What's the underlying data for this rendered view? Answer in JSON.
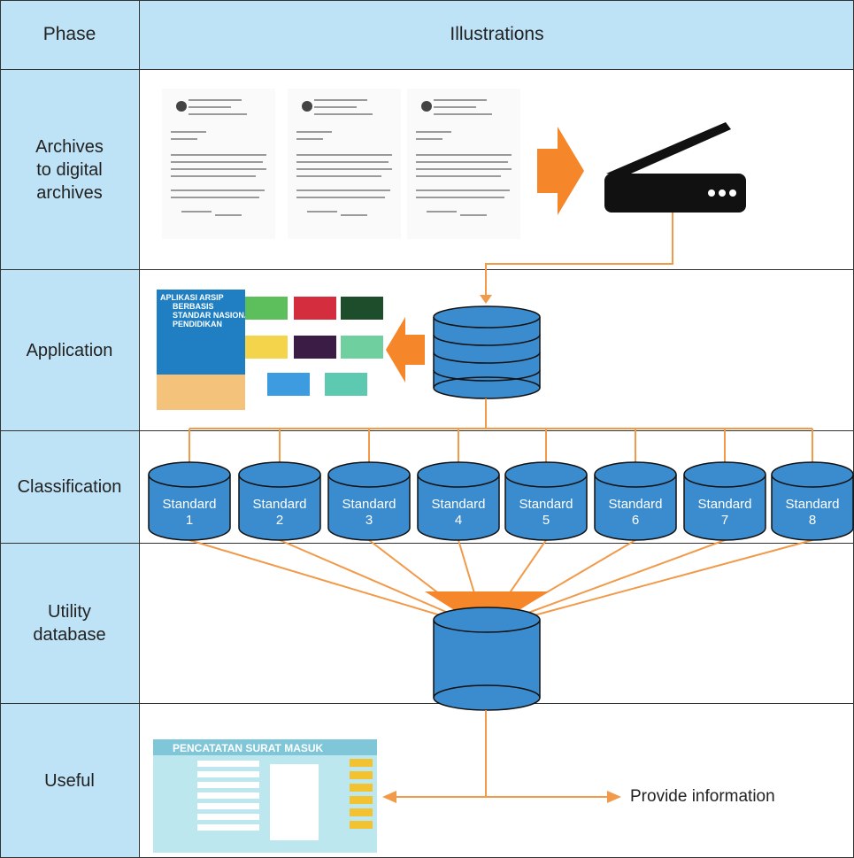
{
  "header": {
    "phase": "Phase",
    "illustrations": "Illustrations"
  },
  "phases": [
    {
      "label": "Archives\nto digital\narchives"
    },
    {
      "label": "Application"
    },
    {
      "label": "Classification"
    },
    {
      "label": "Utility\ndatabase"
    },
    {
      "label": "Useful"
    }
  ],
  "standards": [
    {
      "line1": "Standard",
      "line2": "1"
    },
    {
      "line1": "Standard",
      "line2": "2"
    },
    {
      "line1": "Standard",
      "line2": "3"
    },
    {
      "line1": "Standard",
      "line2": "4"
    },
    {
      "line1": "Standard",
      "line2": "5"
    },
    {
      "line1": "Standard",
      "line2": "6"
    },
    {
      "line1": "Standard",
      "line2": "7"
    },
    {
      "line1": "Standard",
      "line2": "8"
    }
  ],
  "app_screenshot": {
    "line1": "APLIKASI ARSIP",
    "line2": "BERBASIS",
    "line3": "STANDAR NASIONAL",
    "line4": "PENDIDIKAN"
  },
  "form_screenshot": {
    "title": "PENCATATAN SURAT MASUK"
  },
  "provide_info": "Provide information",
  "colors": {
    "header_bg": "#bfe3f6",
    "cylinder": "#3b8ccf",
    "cylinder_stroke": "#111111",
    "arrow": "#f5862a",
    "connector": "#f09a4a"
  },
  "icons": {
    "scanner": "scanner-icon",
    "arrow_right": "arrow-right-icon",
    "arrow_left": "arrow-left-icon",
    "funnel": "funnel-arrow-icon"
  }
}
